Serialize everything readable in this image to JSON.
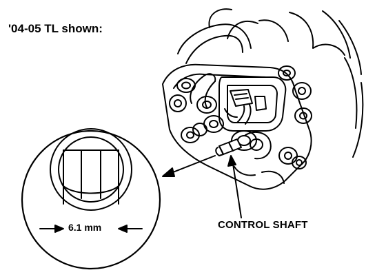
{
  "caption": "'04-05 TL shown:",
  "callouts": {
    "control_shaft": "CONTROL SHAFT",
    "width_measurement": "6.1 mm"
  },
  "colors": {
    "ink": "#000000",
    "paper": "#ffffff"
  }
}
